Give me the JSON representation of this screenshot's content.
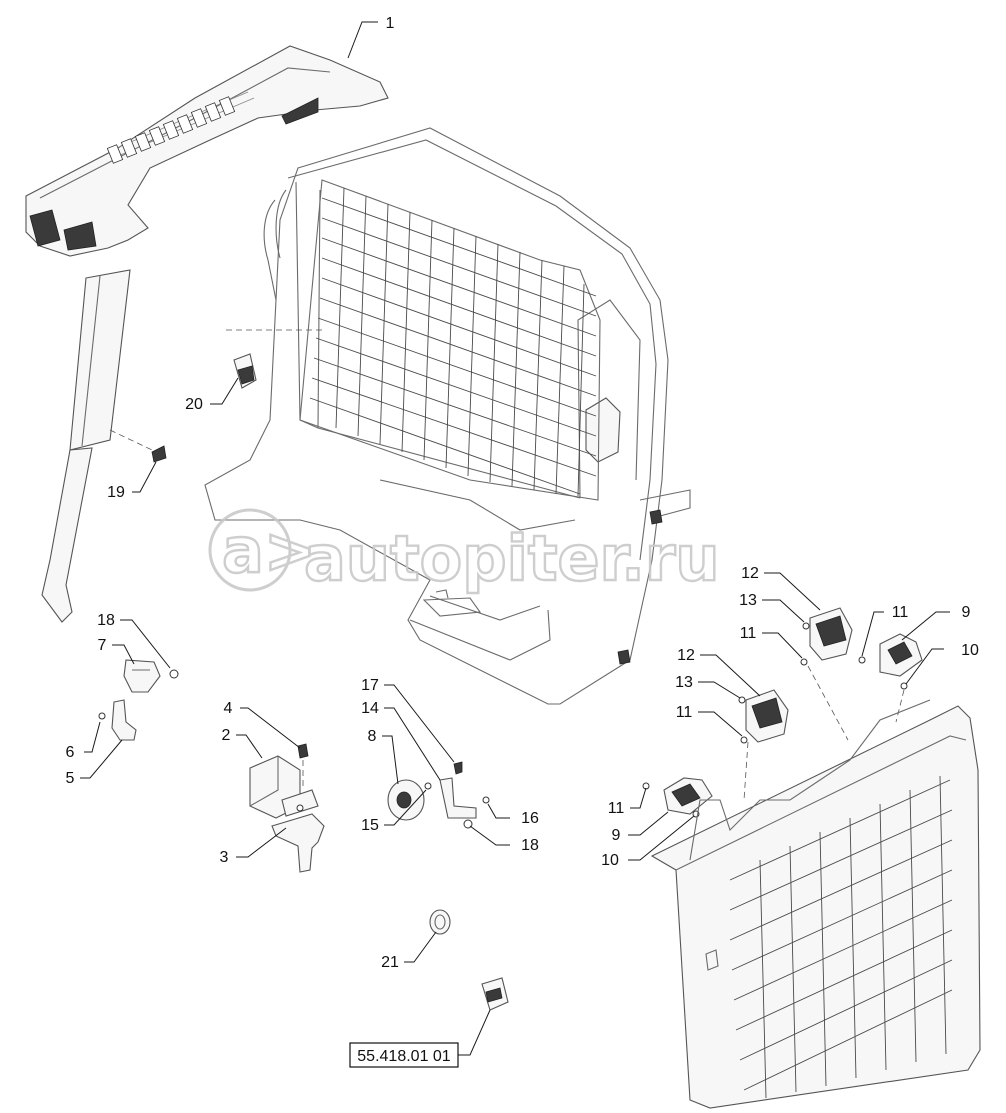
{
  "callouts": [
    {
      "id": "c1",
      "label": "1"
    },
    {
      "id": "c2",
      "label": "2"
    },
    {
      "id": "c3",
      "label": "3"
    },
    {
      "id": "c4",
      "label": "4"
    },
    {
      "id": "c5",
      "label": "5"
    },
    {
      "id": "c6",
      "label": "6"
    },
    {
      "id": "c7",
      "label": "7"
    },
    {
      "id": "c8",
      "label": "8"
    },
    {
      "id": "c9a",
      "label": "9"
    },
    {
      "id": "c9b",
      "label": "9"
    },
    {
      "id": "c10a",
      "label": "10"
    },
    {
      "id": "c10b",
      "label": "10"
    },
    {
      "id": "c11a",
      "label": "11"
    },
    {
      "id": "c11b",
      "label": "11"
    },
    {
      "id": "c11c",
      "label": "11"
    },
    {
      "id": "c11d",
      "label": "11"
    },
    {
      "id": "c12a",
      "label": "12"
    },
    {
      "id": "c12b",
      "label": "12"
    },
    {
      "id": "c13a",
      "label": "13"
    },
    {
      "id": "c13b",
      "label": "13"
    },
    {
      "id": "c14",
      "label": "14"
    },
    {
      "id": "c15",
      "label": "15"
    },
    {
      "id": "c16",
      "label": "16"
    },
    {
      "id": "c17",
      "label": "17"
    },
    {
      "id": "c18a",
      "label": "18"
    },
    {
      "id": "c18b",
      "label": "18"
    },
    {
      "id": "c19",
      "label": "19"
    },
    {
      "id": "c20",
      "label": "20"
    },
    {
      "id": "c21",
      "label": "21"
    }
  ],
  "reference_box": {
    "label": "55.418.01 01"
  },
  "watermark": {
    "text": "autopiter.ru",
    "logo": "a>"
  }
}
